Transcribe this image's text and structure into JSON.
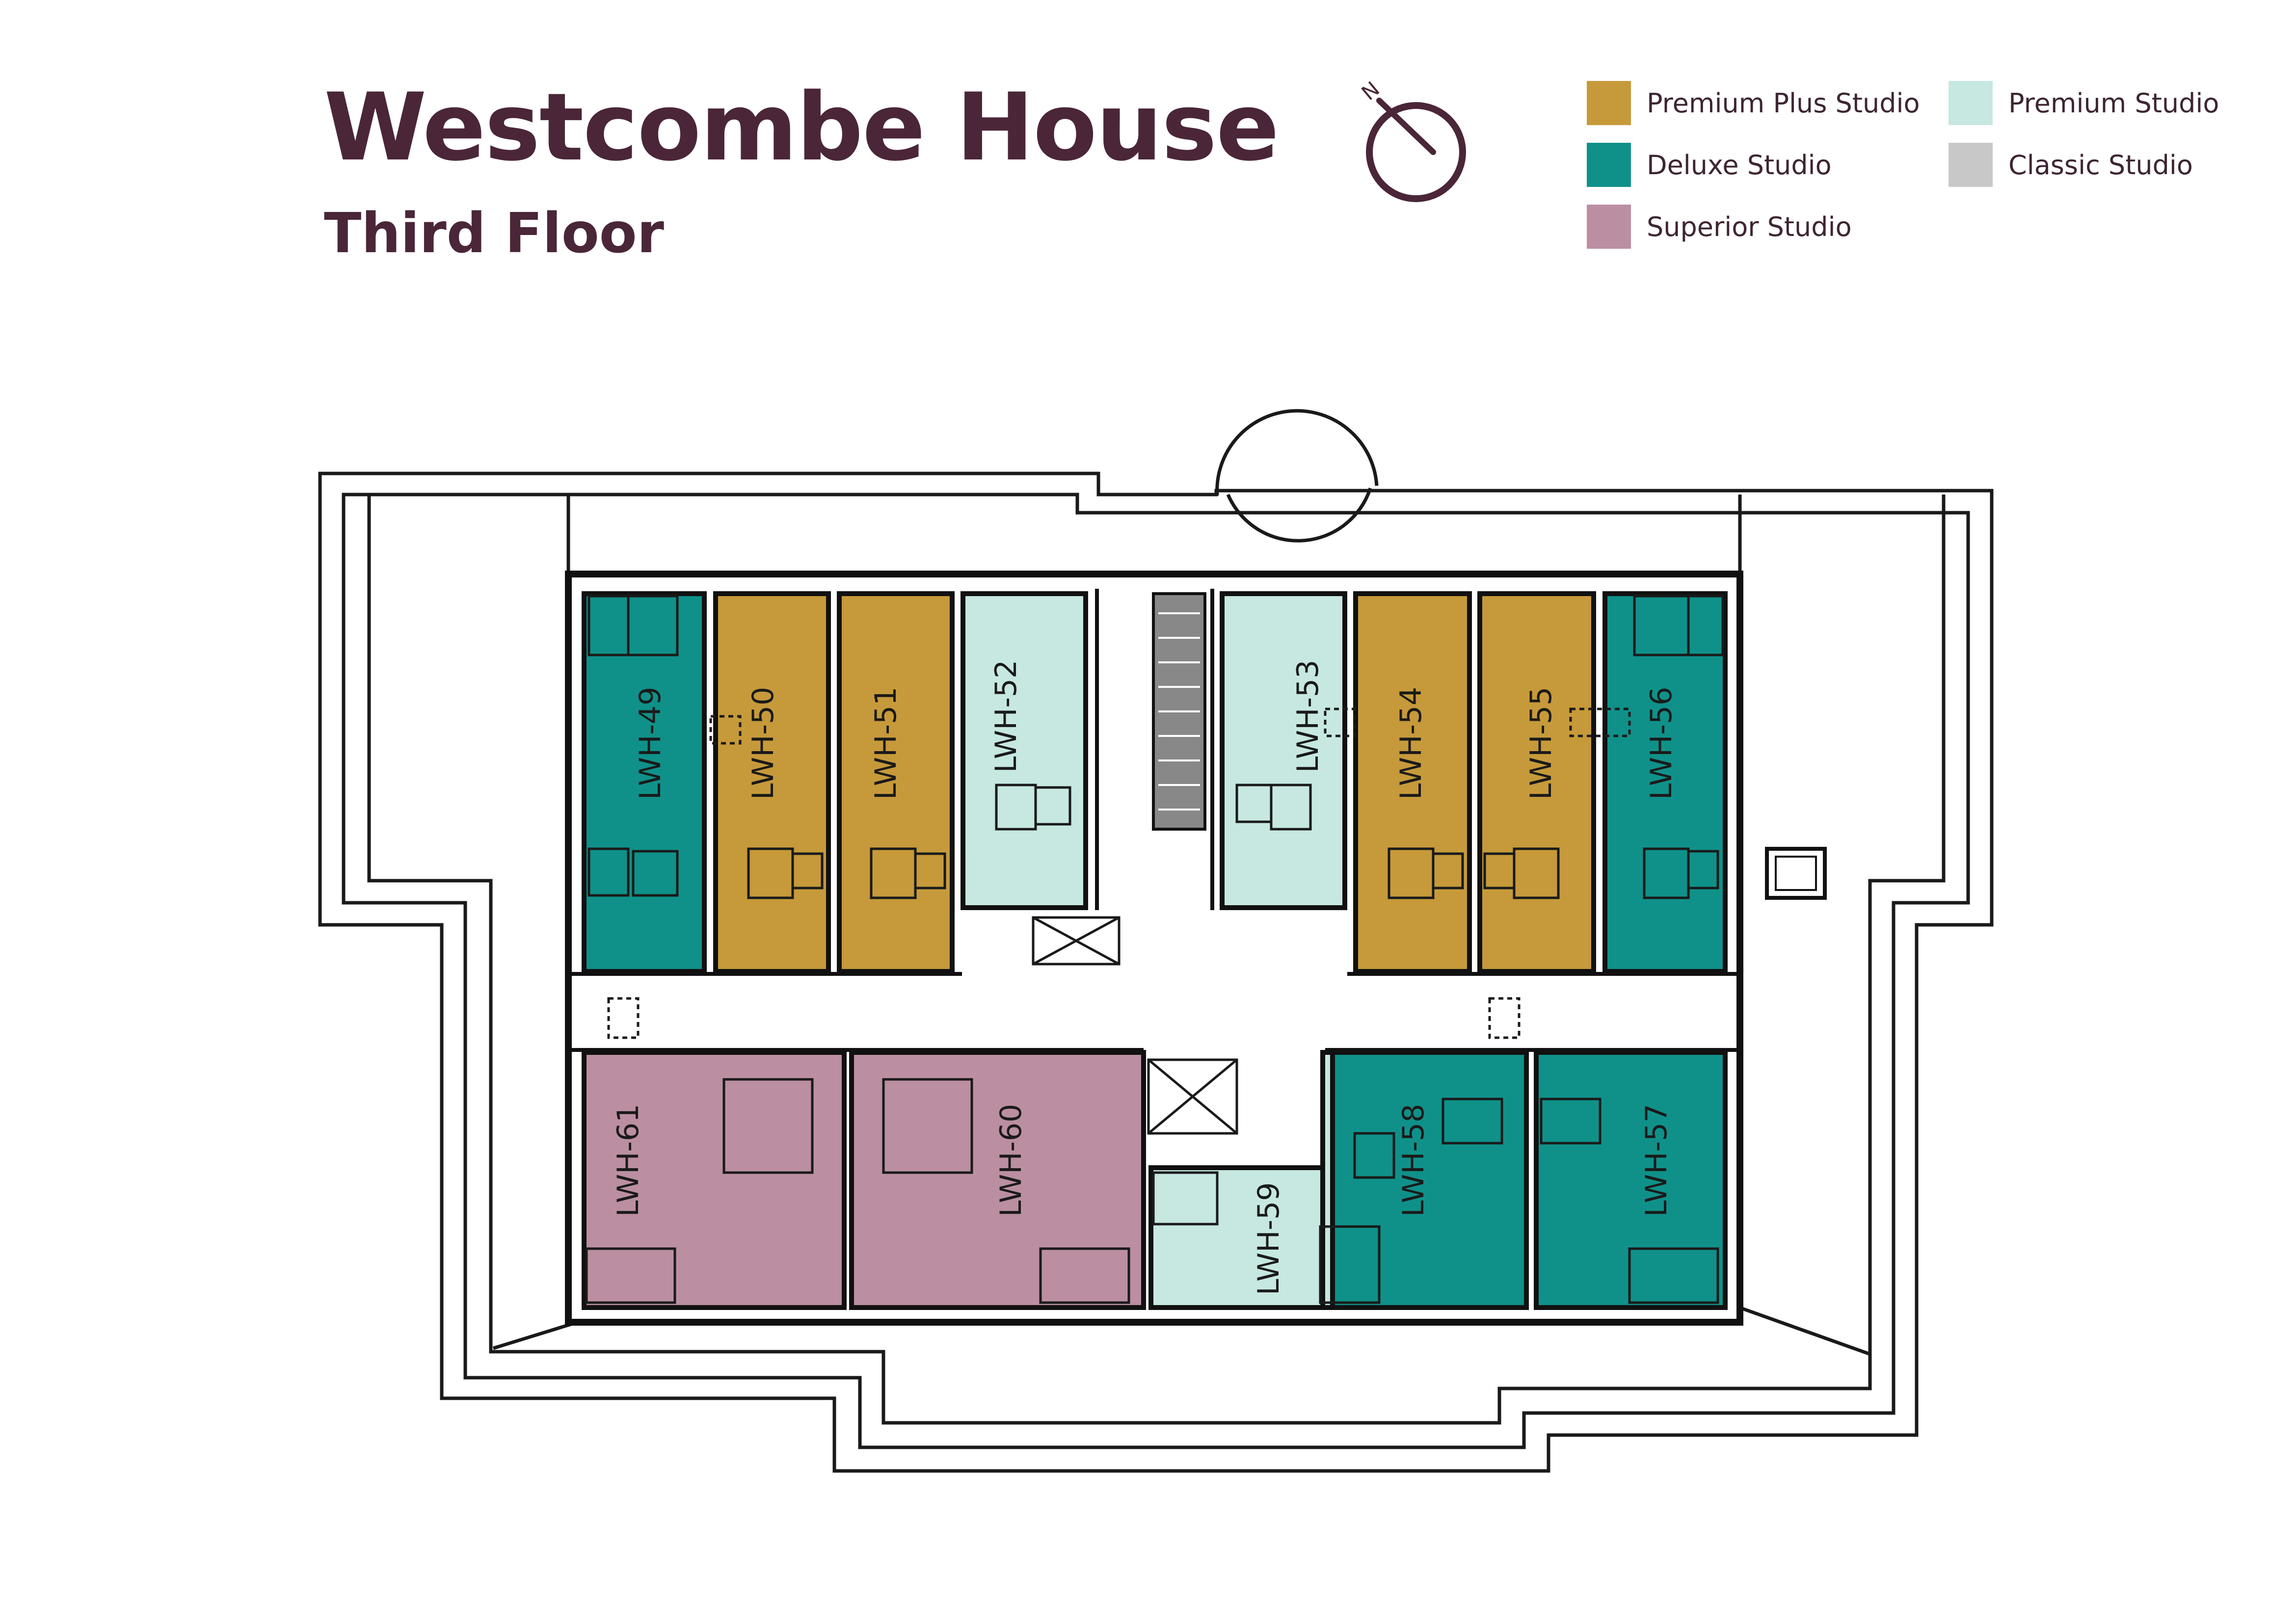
{
  "header": {
    "title": "Westcombe House",
    "subtitle": "Third Floor"
  },
  "compass": {
    "icon": "north-compass-icon",
    "letter": "N"
  },
  "legend": {
    "items": [
      {
        "label": "Premium Plus Studio",
        "color": "#c69a3a"
      },
      {
        "label": "Deluxe Studio",
        "color": "#0f9189"
      },
      {
        "label": "Superior Studio",
        "color": "#bb8fa1"
      },
      {
        "label": "Premium Studio",
        "color": "#c6e8e1"
      },
      {
        "label": "Classic Studio",
        "color": "#c8c8c8"
      }
    ]
  },
  "floorplan": {
    "units": [
      {
        "id": "LWH-49",
        "type": "Deluxe Studio"
      },
      {
        "id": "LWH-50",
        "type": "Premium Plus Studio"
      },
      {
        "id": "LWH-51",
        "type": "Premium Plus Studio"
      },
      {
        "id": "LWH-52",
        "type": "Premium Studio"
      },
      {
        "id": "LWH-53",
        "type": "Premium Studio"
      },
      {
        "id": "LWH-54",
        "type": "Premium Plus Studio"
      },
      {
        "id": "LWH-55",
        "type": "Premium Plus Studio"
      },
      {
        "id": "LWH-56",
        "type": "Deluxe Studio"
      },
      {
        "id": "LWH-61",
        "type": "Superior Studio"
      },
      {
        "id": "LWH-60",
        "type": "Superior Studio"
      },
      {
        "id": "LWH-59",
        "type": "Premium Studio"
      },
      {
        "id": "LWH-58",
        "type": "Deluxe Studio"
      },
      {
        "id": "LWH-57",
        "type": "Deluxe Studio"
      }
    ]
  }
}
